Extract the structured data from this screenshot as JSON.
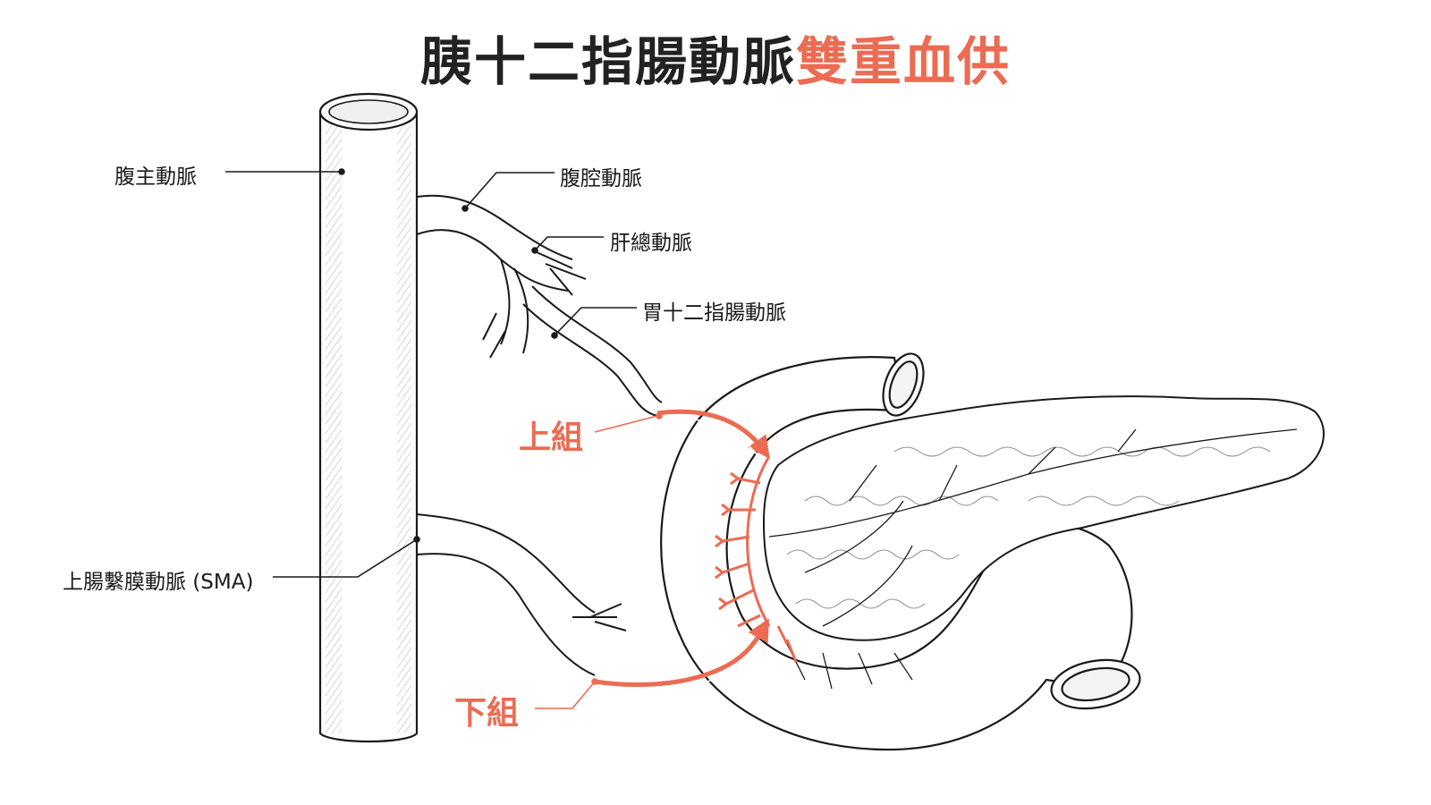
{
  "title": {
    "main": "胰十二指腸動脈",
    "accent": "雙重血供"
  },
  "labels": {
    "aorta": "腹主動脈",
    "celiac": "腹腔動脈",
    "common_hepatic": "肝總動脈",
    "gastroduodenal": "胃十二指腸動脈",
    "sma": "上腸繫膜動脈 (SMA)",
    "superior_group": "上組",
    "inferior_group": "下組"
  },
  "colors": {
    "title_text": "#222222",
    "accent": "#ec6b52",
    "line": "#1a1a1a",
    "label_text": "#1a1a1a"
  }
}
